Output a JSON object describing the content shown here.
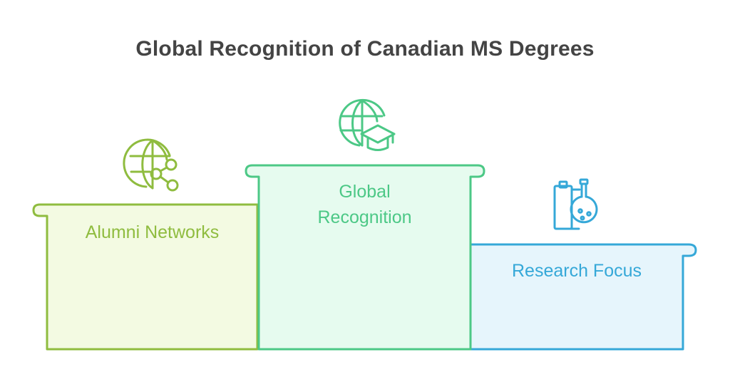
{
  "title": "Global Recognition of Canadian MS Degrees",
  "steps": [
    {
      "label": "Alumni Networks",
      "icon": "globe-network-icon",
      "stroke": "#8fbc3f",
      "fill": "#f3fae2"
    },
    {
      "label": "Global Recognition",
      "label_line1": "Global",
      "label_line2": "Recognition",
      "icon": "globe-graduation-cap-icon",
      "stroke": "#4cc886",
      "fill": "#e6fbef"
    },
    {
      "label": "Research Focus",
      "icon": "clipboard-flask-icon",
      "stroke": "#35a8d8",
      "fill": "#e6f5fc"
    }
  ]
}
